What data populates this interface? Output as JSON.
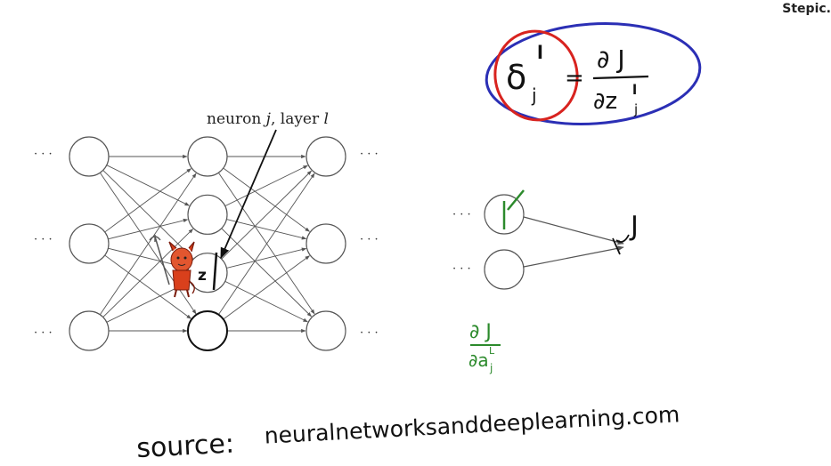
{
  "watermark": "Stepic.",
  "network": {
    "layers": [
      {
        "nodes": 3,
        "dots": "left"
      },
      {
        "nodes": 4,
        "dots": "none"
      },
      {
        "nodes": 3,
        "dots": "right"
      }
    ],
    "ellipsis": "· · ·",
    "neuron_label": "neuron j, layer l",
    "neuron_label_parts": {
      "prefix": "neuron ",
      "j": "j",
      "mid": ", layer ",
      "l": "l"
    },
    "highlighted_neuron_letter": "z"
  },
  "formula": {
    "delta": "δ",
    "superscript": "l",
    "subscript": "j",
    "equals": "=",
    "numerator": "∂ J",
    "denominator": "∂z",
    "denominator_sup": "l",
    "denominator_sub": "j"
  },
  "small_net": {
    "ellipsis": "· · ·",
    "output": "J"
  },
  "derivative": {
    "numerator": "∂ J",
    "denominator": "∂a",
    "denominator_sup": "L",
    "denominator_sub": "j"
  },
  "source": {
    "prefix": "source:",
    "url": "neuralnetworksanddeeplearning.com"
  },
  "colors": {
    "ink": "#111111",
    "edge": "#555555",
    "red": "#d8231f",
    "blue": "#2b2fb5",
    "green": "#2c8a2c",
    "devil": "#d9401c"
  }
}
